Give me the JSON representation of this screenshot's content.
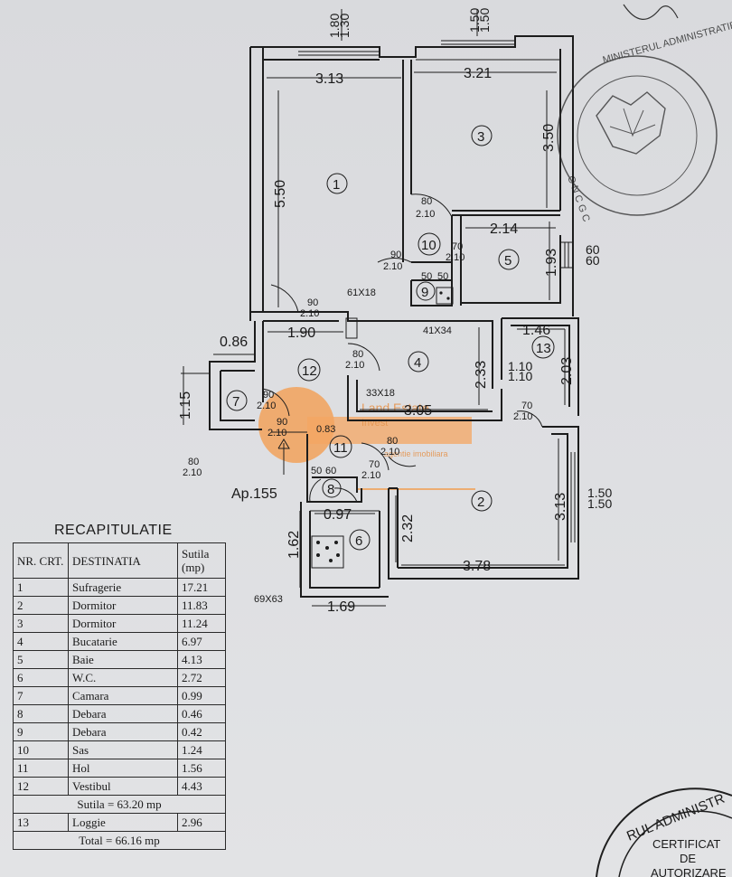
{
  "apartment_label": "Ap.155",
  "dimensions": {
    "room1_w": "3.13",
    "room1_h": "5.50",
    "room3_w": "3.21",
    "room3_h": "3.50",
    "room5_w": "2.14",
    "room5_h": "1.93",
    "hall_w": "1.90",
    "kitchen_w": "3.05",
    "kitchen_h": "2.33",
    "loggia_w": "1.46",
    "loggia_h": "2.03",
    "room2_w": "3.78",
    "room2_h": "3.13",
    "room2_h2": "2.32",
    "wc_w": "0.97",
    "wc_w2": "1.69",
    "wc_h": "1.62",
    "pantry_h": "1.15",
    "hall_left": "0.86",
    "window_top1a": "1.80",
    "window_top1b": "1.30",
    "window_top2a": "1.50",
    "window_top2b": "1.50",
    "window_right_a": "60",
    "window_right_b": "60",
    "window_right2_a": "1.50",
    "window_right2_b": "1.50",
    "loggia_inner": "1.10",
    "loggia_inner2": "1.10",
    "duct1": "61X18",
    "duct2": "41X34",
    "duct3": "33X18",
    "duct4": "69X63",
    "hall_small": "0.83",
    "door_80a": "80",
    "door_210a": "2.10",
    "door_90a": "90",
    "door_210b": "2.10",
    "door_70a": "70",
    "door_210c": "2.10",
    "door_50": "50",
    "door_50b": "50",
    "door_90b": "90",
    "door_210d": "2.10",
    "door_80b": "80",
    "door_210e": "2.10",
    "door_90c": "90",
    "door_210f": "2.10",
    "door_90d": "90",
    "door_210g": "2.10",
    "door_80c": "80",
    "door_210h": "2.10",
    "door_70b": "70",
    "door_210i": "2.10",
    "door_70c": "70",
    "door_210j": "2.10",
    "door_80d": "80",
    "door_210k": "2.10",
    "door_50c": "50",
    "door_60c": "60"
  },
  "rooms": [
    "1",
    "2",
    "3",
    "4",
    "5",
    "6",
    "7",
    "8",
    "9",
    "10",
    "11",
    "12",
    "13"
  ],
  "recap": {
    "title": "RECAPITULATIE",
    "headers": [
      "NR. CRT.",
      "DESTINATIA",
      "Sutila (mp)"
    ],
    "rows": [
      {
        "nr": "1",
        "dest": "Sufragerie",
        "val": "17.21"
      },
      {
        "nr": "2",
        "dest": "Dormitor",
        "val": "11.83"
      },
      {
        "nr": "3",
        "dest": "Dormitor",
        "val": "11.24"
      },
      {
        "nr": "4",
        "dest": "Bucatarie",
        "val": "6.97"
      },
      {
        "nr": "5",
        "dest": "Baie",
        "val": "4.13"
      },
      {
        "nr": "6",
        "dest": "W.C.",
        "val": "2.72"
      },
      {
        "nr": "7",
        "dest": "Camara",
        "val": "0.99"
      },
      {
        "nr": "8",
        "dest": "Debara",
        "val": "0.46"
      },
      {
        "nr": "9",
        "dest": "Debara",
        "val": "0.42"
      },
      {
        "nr": "10",
        "dest": "Sas",
        "val": "1.24"
      },
      {
        "nr": "11",
        "dest": "Hol",
        "val": "1.56"
      },
      {
        "nr": "12",
        "dest": "Vestibul",
        "val": "4.43"
      }
    ],
    "subtotal": "Sutila = 63.20 mp",
    "loggia": {
      "nr": "13",
      "dest": "Loggie",
      "val": "2.96"
    },
    "total": "Total = 66.16 mp"
  },
  "stamp_top": {
    "text": "MINISTERUL ADMINISTRATIEI · OFICIUL DE CADASTRU, GEODEZIE SI CARTOGRAFIE · MUNICIPIUL BUCURESTI · ONCGC"
  },
  "stamp_bottom": {
    "arc": "RUL ADMINISTR",
    "line1": "CERTIFICAT",
    "line2": "DE",
    "line3": "AUTORIZARE"
  },
  "watermark": {
    "line1": "Land Estate",
    "line2": "Invest",
    "line3": "agentie imobiliara"
  },
  "colors": {
    "ink": "#1c1c1c",
    "watermark": "#f2a25a",
    "paper": "#dcdde0"
  }
}
